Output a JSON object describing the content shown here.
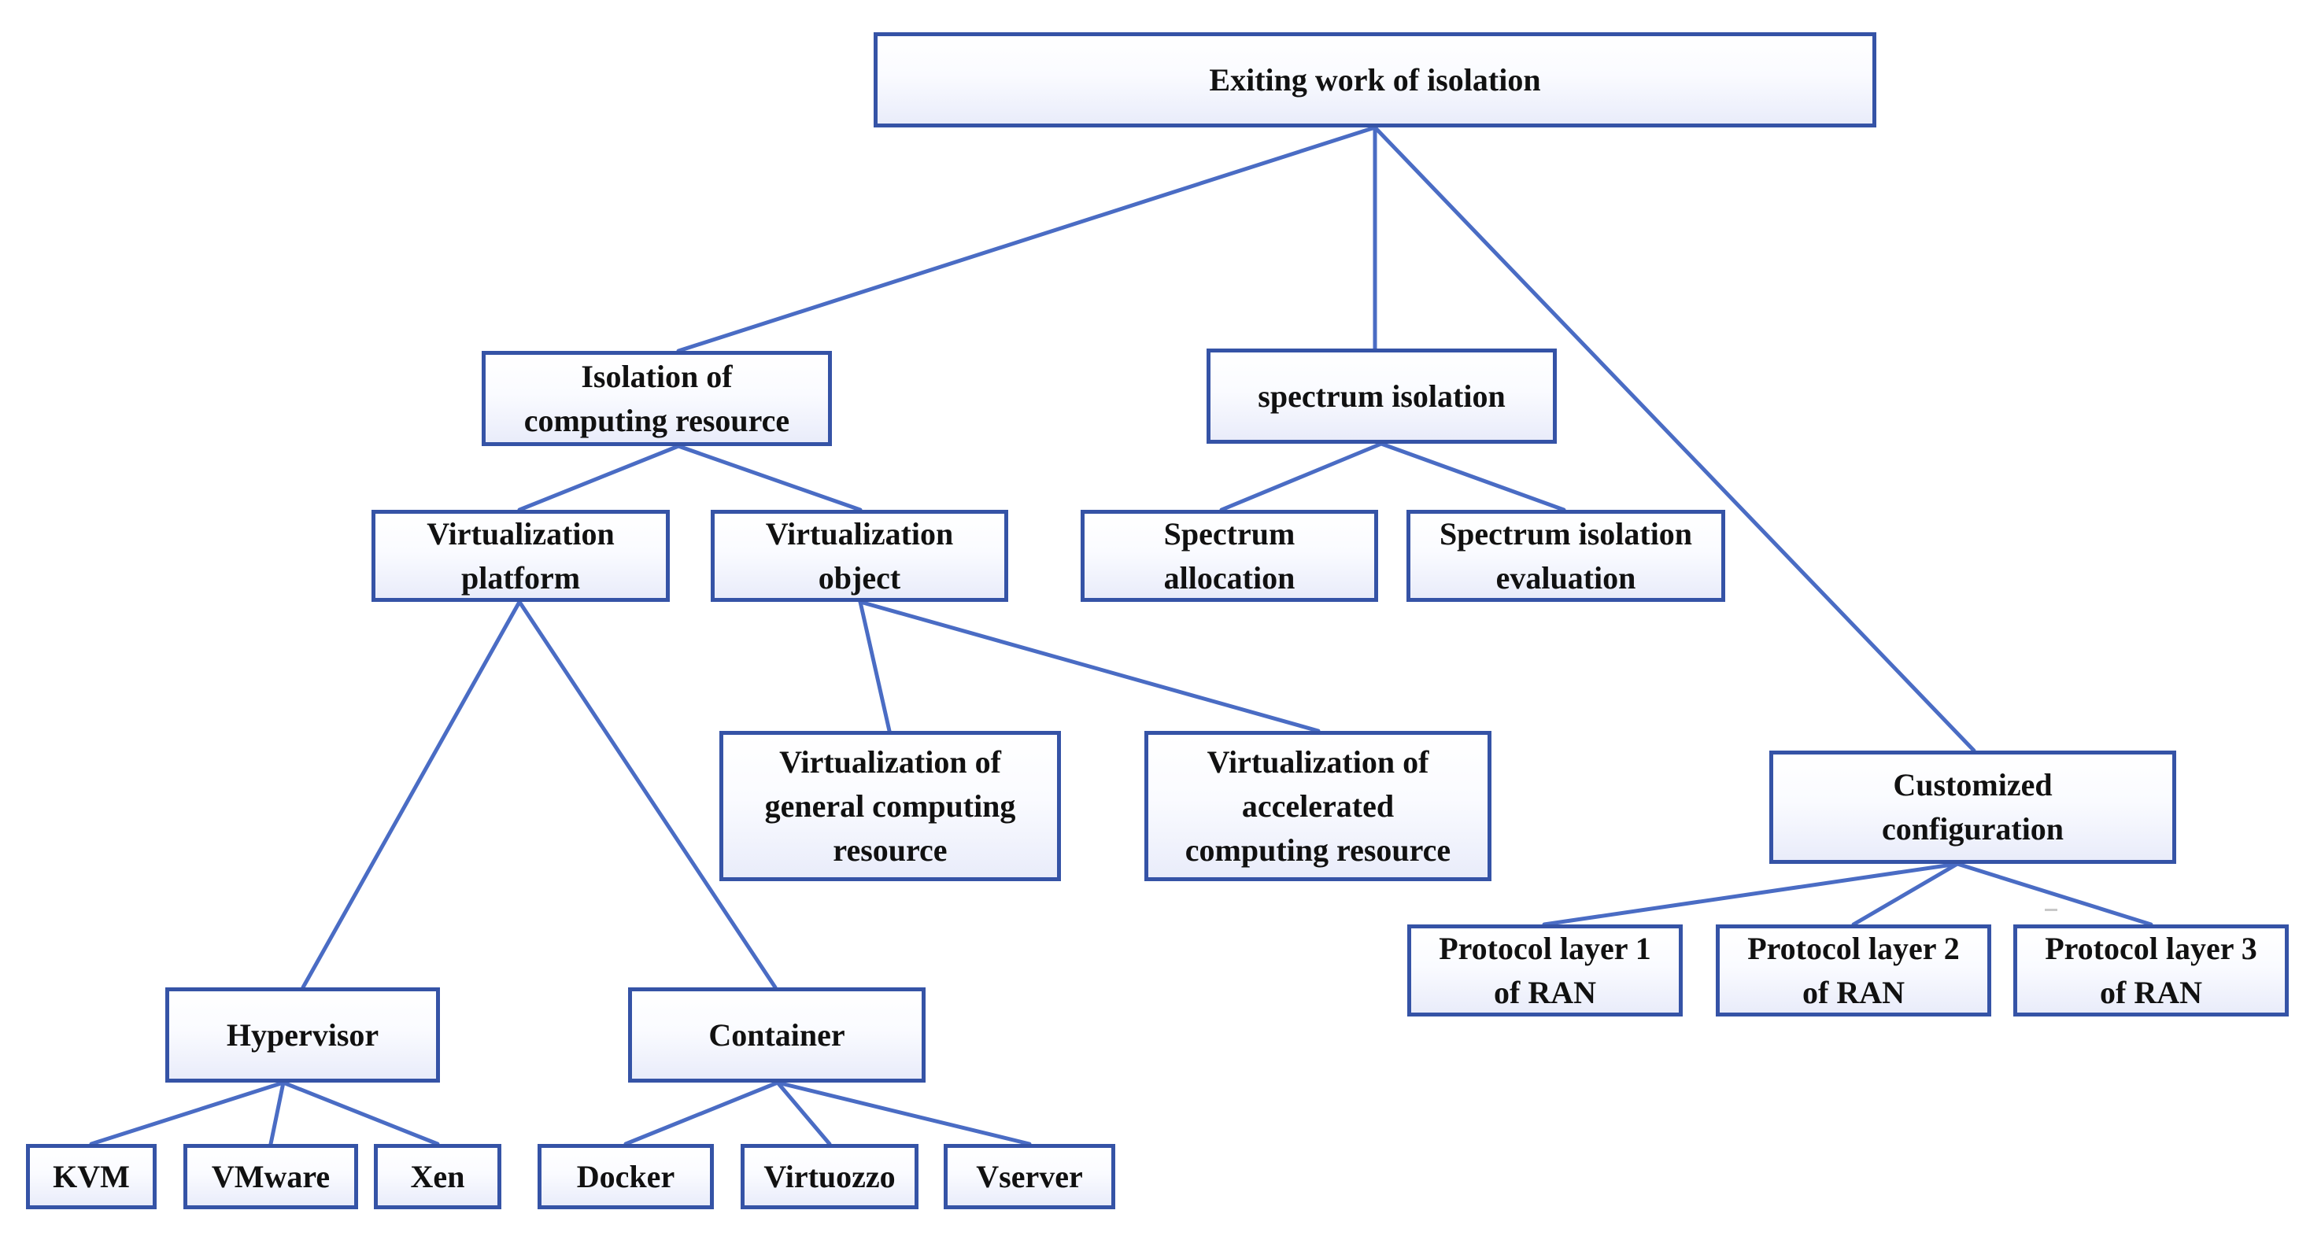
{
  "diagram": {
    "root": {
      "label": "Exiting work of isolation"
    },
    "computing": {
      "label": "Isolation of\ncomputing resource",
      "platform": {
        "label": "Virtualization\nplatform",
        "hypervisor": {
          "label": "Hypervisor",
          "children": [
            "KVM",
            "VMware",
            "Xen"
          ]
        },
        "container": {
          "label": "Container",
          "children": [
            "Docker",
            "Virtuozzo",
            "Vserver"
          ]
        }
      },
      "object": {
        "label": "Virtualization\nobject",
        "children": [
          "Virtualization of\ngeneral computing\nresource",
          "Virtualization of\naccelerated\ncomputing resource"
        ]
      }
    },
    "spectrum": {
      "label": "spectrum isolation",
      "children": [
        "Spectrum\nallocation",
        "Spectrum isolation\nevaluation"
      ]
    },
    "custom": {
      "label": "Customized\nconfiguration",
      "children": [
        "Protocol layer 1\nof RAN",
        "Protocol layer 2\nof RAN",
        "Protocol layer 3\nof RAN"
      ]
    },
    "colors": {
      "border": "#3553a6",
      "connector": "#4a6cc4",
      "fill_top": "#ffffff",
      "fill_bottom": "#e9ecfa",
      "text": "#111111"
    }
  }
}
